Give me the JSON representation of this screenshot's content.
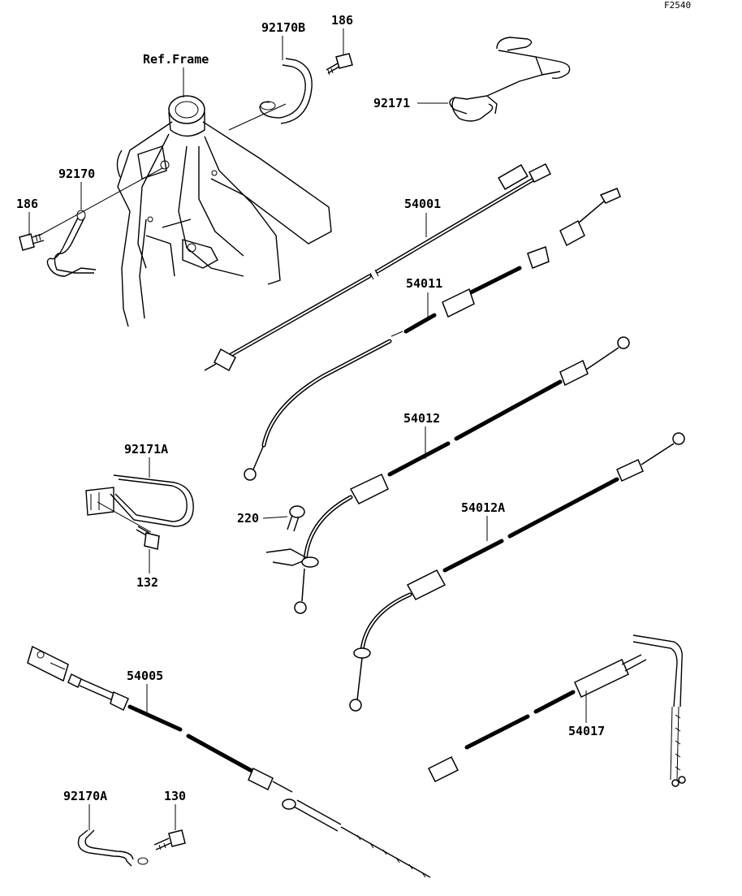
{
  "diagram_ref": "F2540",
  "reference_note": "Ref.Frame",
  "callouts": {
    "c92170B": "92170B",
    "c186_top": "186",
    "c92171": "92171",
    "c92170": "92170",
    "c186_left": "186",
    "c54001": "54001",
    "c54011": "54011",
    "c54012": "54012",
    "c92171A": "92171A",
    "c220": "220",
    "c132": "132",
    "c54012A": "54012A",
    "c54005": "54005",
    "c54017": "54017",
    "c92170A": "92170A",
    "c130": "130"
  }
}
